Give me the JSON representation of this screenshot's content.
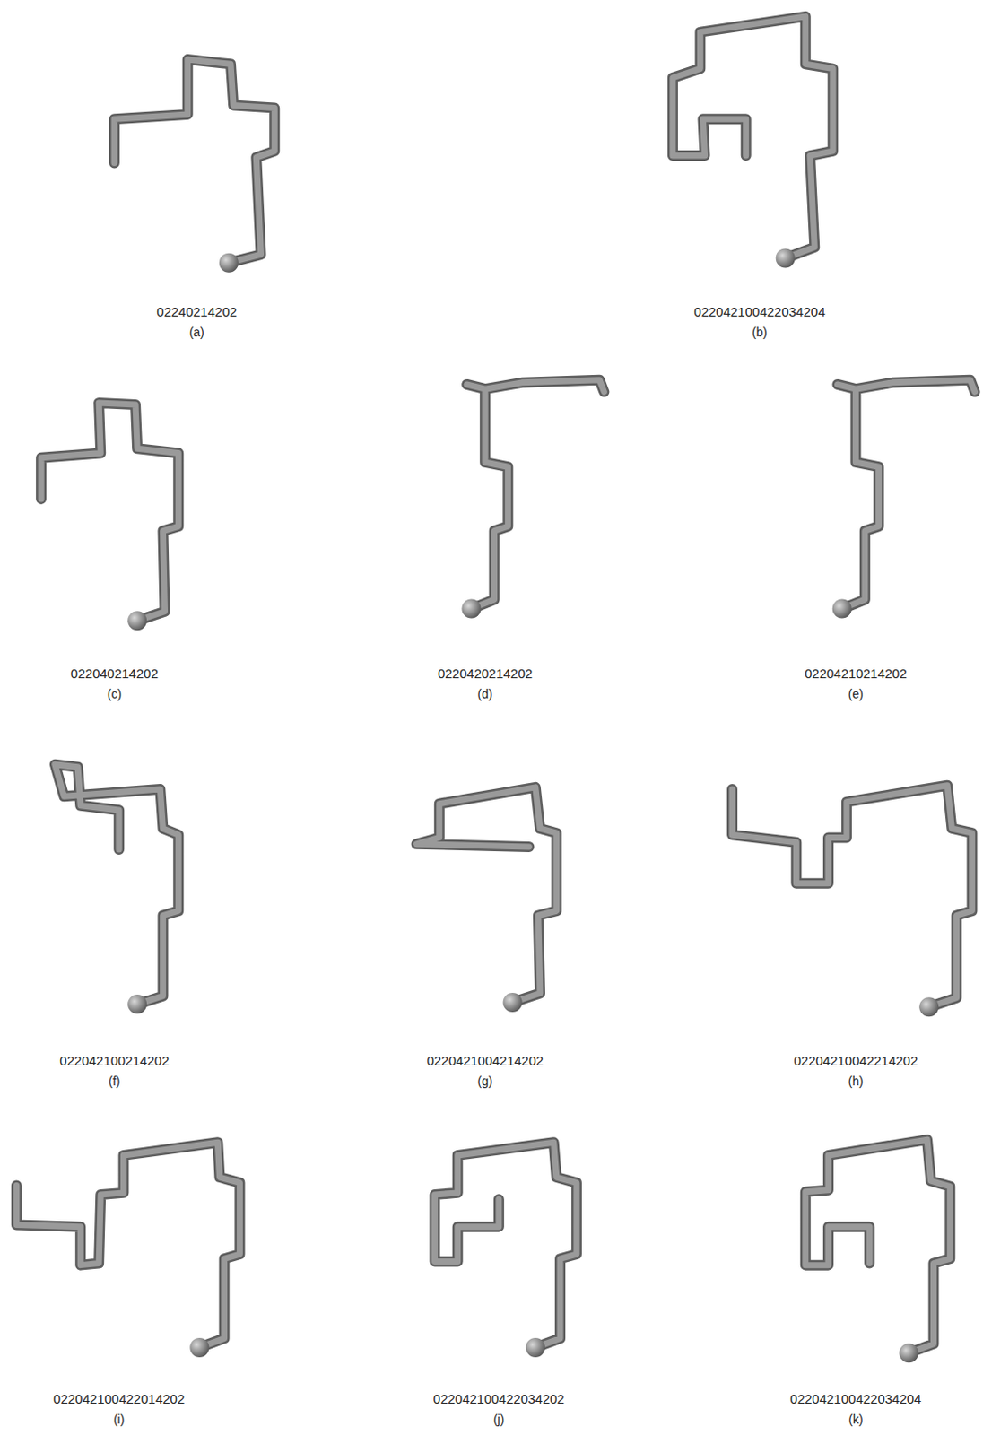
{
  "diagram": {
    "labels": [
      "02240214202",
      "(a)",
      "022042100422034204",
      "(b)",
      "022040214202",
      "(c)",
      "0220420214202",
      "(d)",
      "02204210214202",
      "(e)",
      "022042100214202",
      "(f)",
      "0220421004214202",
      "(g)",
      "02204210042214202",
      "(h)",
      "022042100422014202",
      "(i)",
      "022042100422034202",
      "(j)",
      "022042100422034204",
      "(k)"
    ]
  }
}
